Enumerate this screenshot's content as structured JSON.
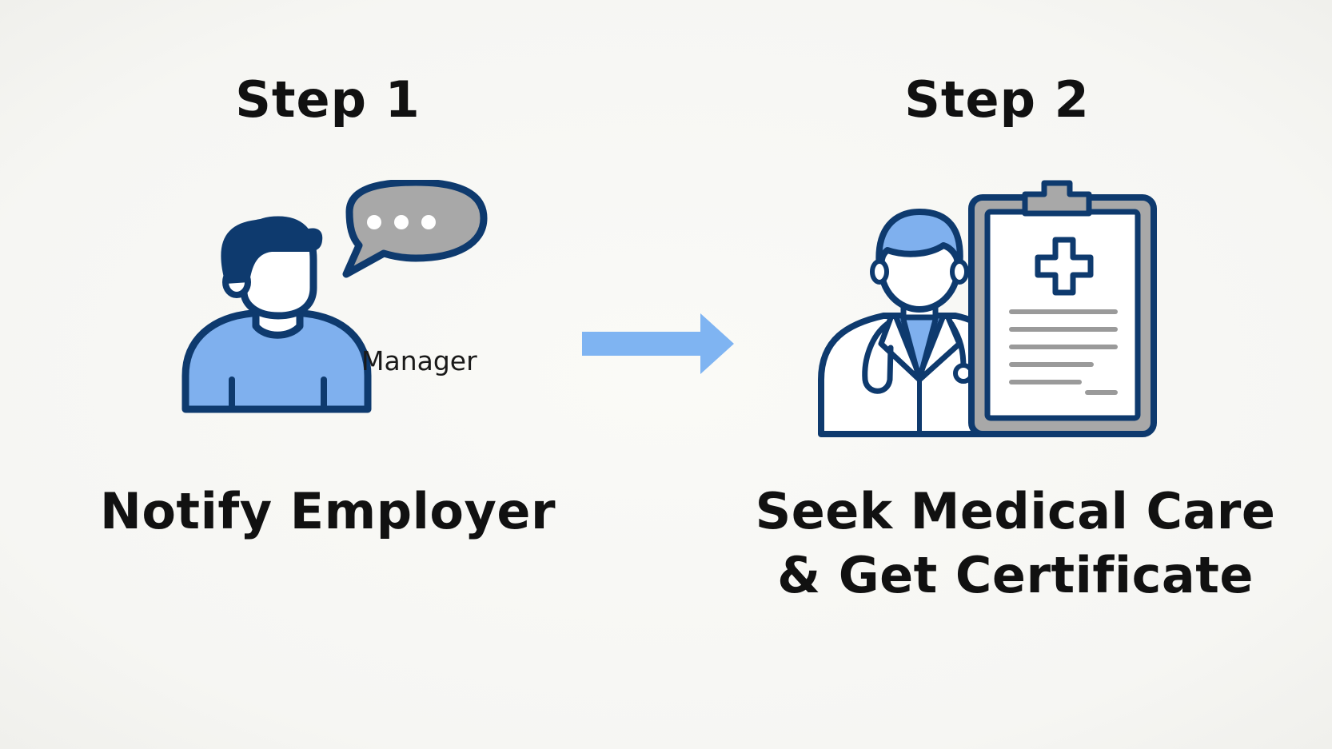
{
  "steps": [
    {
      "heading": "Step 1",
      "caption": "Notify Employer",
      "label": "Manager",
      "icons": [
        "person-icon",
        "speech-bubble-icon"
      ]
    },
    {
      "heading": "Step 2",
      "caption_line1": "Seek Medical Care",
      "caption_line2": "& Get Certificate",
      "icons": [
        "doctor-icon",
        "medical-clipboard-icon"
      ]
    }
  ],
  "connector": {
    "icon": "arrow-right-icon"
  },
  "colors": {
    "navy": "#0e3a6e",
    "light_blue": "#7fb0ee",
    "arrow_blue": "#7fb4f2",
    "gray": "#9a9a9a",
    "background": "#f7f7f4",
    "text": "#111111"
  }
}
